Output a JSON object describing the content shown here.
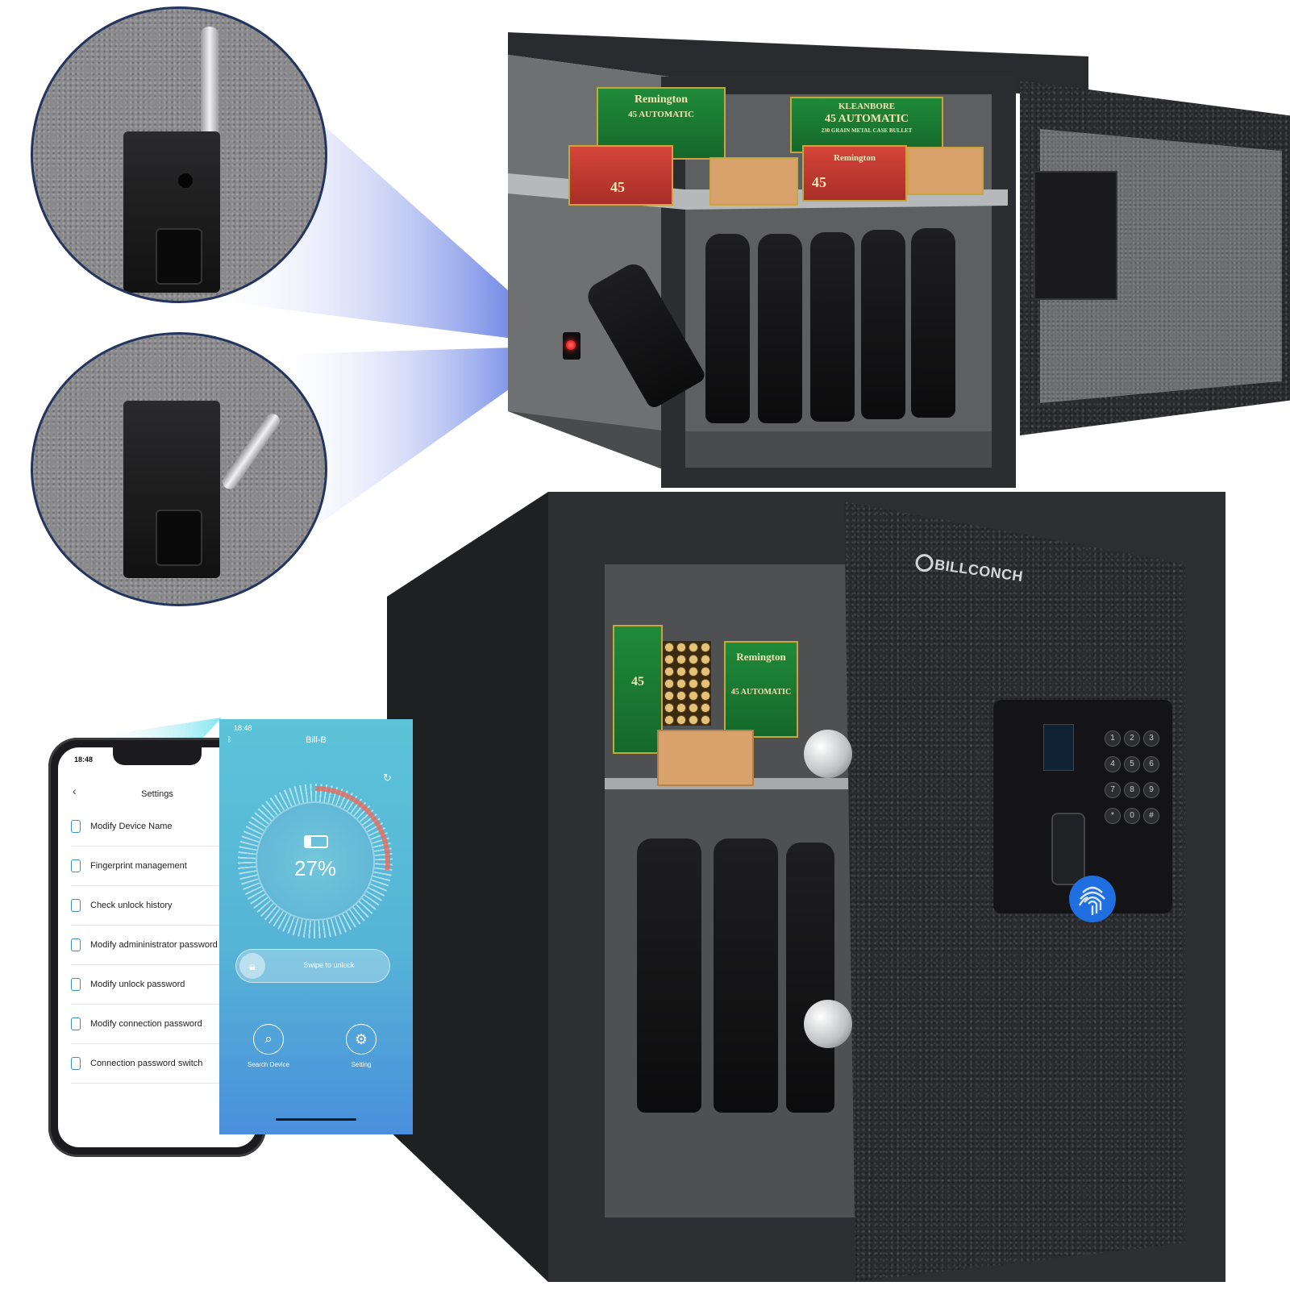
{
  "brand": {
    "logo_text": "BILLCONCH"
  },
  "ammo_boxes": {
    "brand": "Remington",
    "line": "KLEANBORE",
    "caliber_label": "45 AUTOMATIC",
    "grain_label": "230 GRAIN METAL CASE BULLET",
    "short_caliber": "45"
  },
  "phone_settings": {
    "status_time": "18:48",
    "title": "Settings",
    "items": [
      "Modify Device Name",
      "Fingerprint management",
      "Check unlock history",
      "Modify admininistrator password",
      "Modify unlock password",
      "Modify connection password",
      "Connection password switch"
    ]
  },
  "app_panel": {
    "status_time": "18:48",
    "device_name": "Bill-B",
    "battery_percent": "27%",
    "battery_level": 0.27,
    "swipe_label": "Swipe to unlock",
    "buttons": {
      "search": "Search Device",
      "setting": "Setting"
    }
  },
  "keypad": {
    "keys": [
      "1",
      "2",
      "3",
      "4",
      "5",
      "6",
      "7",
      "8",
      "9",
      "*",
      "0",
      "#"
    ]
  },
  "colors": {
    "accent_blue": "#2e5bd8",
    "app_gradient_top": "#5cc3d8",
    "app_gradient_bottom": "#4a8fdc",
    "sensor_light": "#ff2a2a",
    "fingerprint_blue": "#1f6fe0"
  }
}
